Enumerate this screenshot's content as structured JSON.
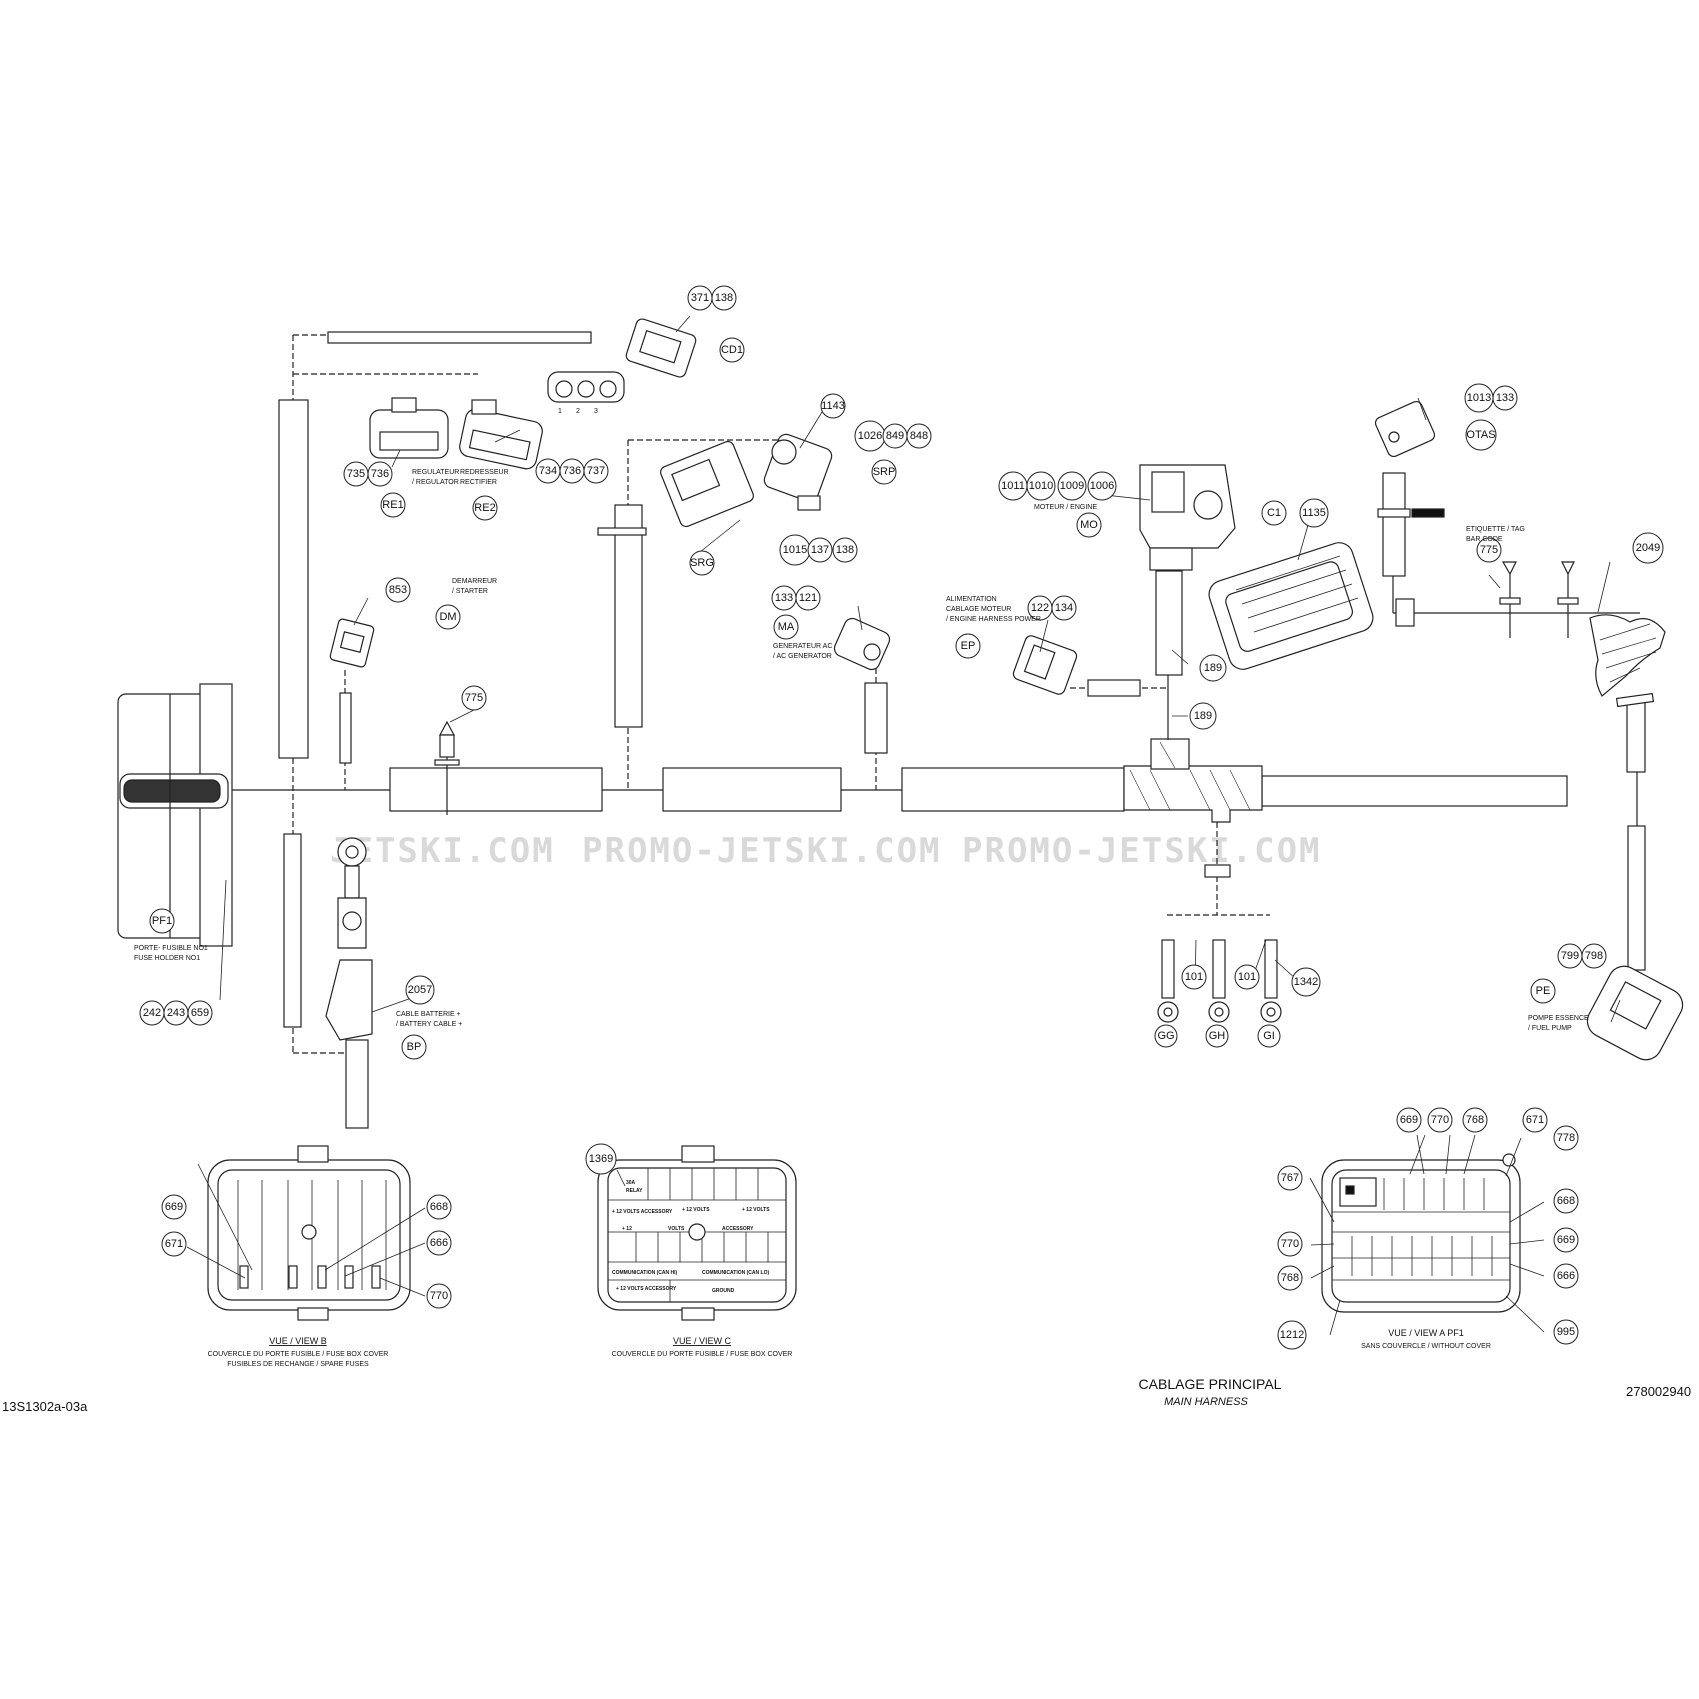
{
  "title": {
    "fr": "CABLAGE PRINCIPAL",
    "en": "MAIN HARNESS"
  },
  "diagram_code": "13S1302a-03a",
  "part_number": "278002940",
  "watermarks": [
    "JETSKI.COM",
    "PROMO-JETSKI.COM",
    "PROMO-JETSKI.COM"
  ],
  "connector_pins": [
    "1",
    "2",
    "3"
  ],
  "callouts": {
    "c371": "371",
    "c138a": "138",
    "cd1": "CD1",
    "c735": "735",
    "c736a": "736",
    "re1": "RE1",
    "c734": "734",
    "c736b": "736",
    "c737": "737",
    "re2": "RE2",
    "c1143": "1143",
    "c1026": "1026",
    "c849": "849",
    "c848": "848",
    "srp": "SRP",
    "c1015": "1015",
    "c137": "137",
    "c138b": "138",
    "srg": "SRG",
    "c853": "853",
    "dm": "DM",
    "c775a": "775",
    "c133a": "133",
    "c121": "121",
    "ma": "MA",
    "c1011": "1011",
    "c1010": "1010",
    "c1009": "1009",
    "c1006": "1006",
    "mo": "MO",
    "c1": "C1",
    "c1135": "1135",
    "c122": "122",
    "c134": "134",
    "ep": "EP",
    "c189a": "189",
    "c189b": "189",
    "c1013": "1013",
    "c133b": "133",
    "otas": "OTAS",
    "c775b": "775",
    "c2049": "2049",
    "pf1": "PF1",
    "c242": "242",
    "c243": "243",
    "c659": "659",
    "c2057": "2057",
    "bp": "BP",
    "c101a": "101",
    "c101b": "101",
    "c1342": "1342",
    "gg": "GG",
    "gh": "GH",
    "gi": "GI",
    "c799": "799",
    "c798": "798",
    "pe": "PE",
    "vb669": "669",
    "vb671": "671",
    "vb668": "668",
    "vb666": "666",
    "vb770": "770",
    "vc1369": "1369",
    "va669": "669",
    "va770a": "770",
    "va768a": "768",
    "va671": "671",
    "va778": "778",
    "va767": "767",
    "va668": "668",
    "va770b": "770",
    "va669b": "669",
    "va768b": "768",
    "va666": "666",
    "va1212": "1212",
    "va995": "995"
  },
  "labels": {
    "regulateur": "REGULATEUR -",
    "regulator": "/ REGULATOR -",
    "redresseur": "REDRESSEUR",
    "rectifier": "RECTIFIER",
    "demarreur": "DEMARREUR",
    "starter": "/ STARTER",
    "generateur": "GENERATEUR AC",
    "generator": "/ AC GENERATOR",
    "alim1": "ALIMENTATION",
    "alim2": "CABLAGE MOTEUR",
    "alim3": "/ ENGINE HARNESS POWER",
    "moteur": "MOTEUR / ENGINE",
    "etiquette": "ETIQUETTE / TAG",
    "barcode": "BAR CODE",
    "porte1": "PORTE-  FUSIBLE NO1",
    "porte2": "FUSE HOLDER NO1",
    "cable1": "CABLE BATTERIE  +",
    "cable2": "/ BATTERY CABLE  +",
    "pompe1": "POMPE ESSENCE",
    "pompe2": "/ FUEL PUMP"
  },
  "views": {
    "b": {
      "title": "VUE / VIEW B",
      "line1": "COUVERCLE DU PORTE FUSIBLE / FUSE BOX COVER",
      "line2": "FUSIBLES DE RECHANGE / SPARE FUSES"
    },
    "c": {
      "title": "VUE / VIEW C",
      "line1": "COUVERCLE DU PORTE FUSIBLE / FUSE BOX COVER"
    },
    "a": {
      "title": "VUE / VIEW A    PF1",
      "line1": "SANS COUVERCLE / WITHOUT COVER"
    }
  },
  "fuse_cover": {
    "relay": "30A",
    "relay_sub": "RELAY",
    "acc1": "+ 12 VOLTS ACCESSORY",
    "v12a": "+ 12 VOLTS",
    "v12b": "+ 12 VOLTS",
    "v12c": "+ 12",
    "volts": "VOLTS",
    "accessory": "ACCESSORY",
    "can_hi": "COMMUNICATION (CAN HI)",
    "can_lo": "COMMUNICATION (CAN LO)",
    "acc2": "+ 12 VOLTS ACCESSORY",
    "ground": "GROUND"
  }
}
